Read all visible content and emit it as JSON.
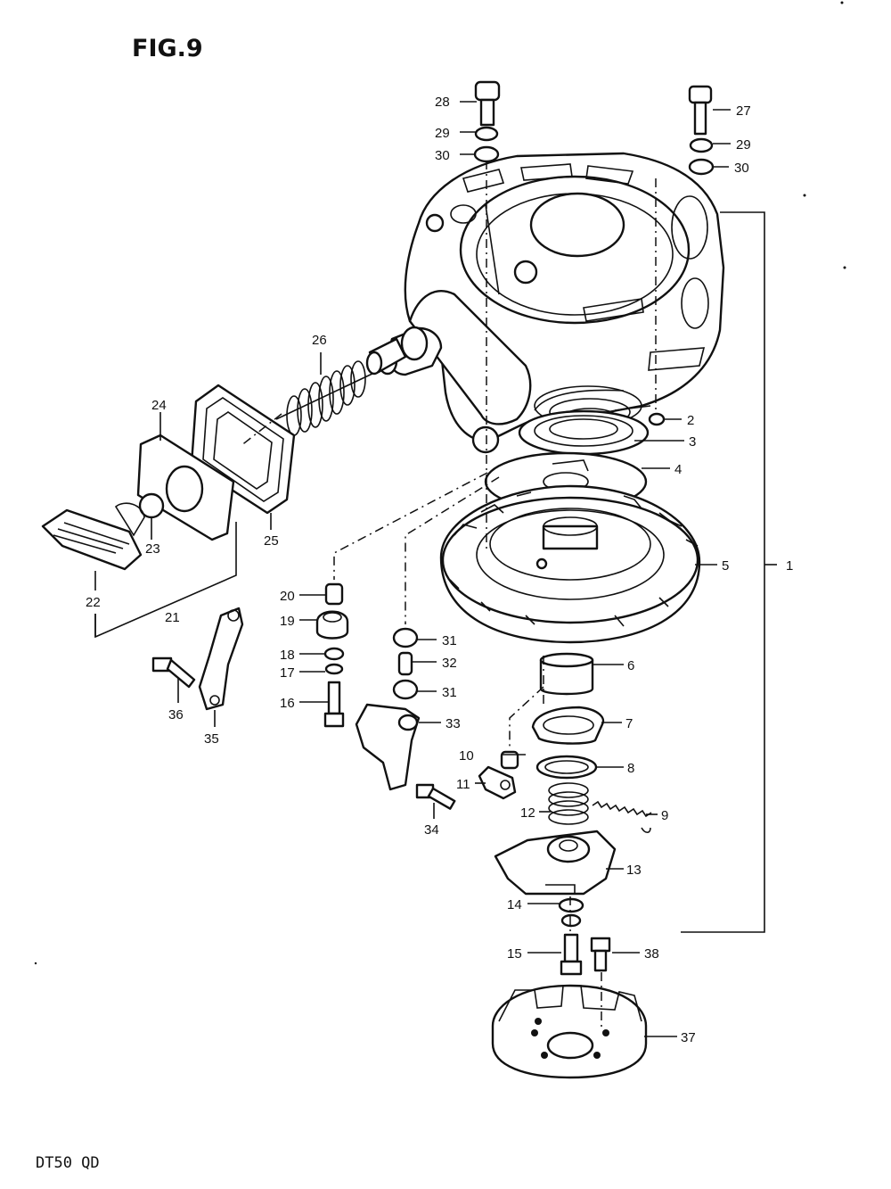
{
  "figure": {
    "title": "FIG.9",
    "model": "DT50 QD"
  },
  "callouts": [
    {
      "id": "c1",
      "text": "1"
    },
    {
      "id": "c2",
      "text": "2"
    },
    {
      "id": "c3",
      "text": "3"
    },
    {
      "id": "c4",
      "text": "4"
    },
    {
      "id": "c5",
      "text": "5"
    },
    {
      "id": "c6",
      "text": "6"
    },
    {
      "id": "c7",
      "text": "7"
    },
    {
      "id": "c8",
      "text": "8"
    },
    {
      "id": "c9",
      "text": "9"
    },
    {
      "id": "c10",
      "text": "10"
    },
    {
      "id": "c11",
      "text": "11"
    },
    {
      "id": "c12",
      "text": "12"
    },
    {
      "id": "c13",
      "text": "13"
    },
    {
      "id": "c14",
      "text": "14"
    },
    {
      "id": "c15",
      "text": "15"
    },
    {
      "id": "c16",
      "text": "16"
    },
    {
      "id": "c17",
      "text": "17"
    },
    {
      "id": "c18",
      "text": "18"
    },
    {
      "id": "c19",
      "text": "19"
    },
    {
      "id": "c20",
      "text": "20"
    },
    {
      "id": "c21",
      "text": "21"
    },
    {
      "id": "c22",
      "text": "22"
    },
    {
      "id": "c23",
      "text": "23"
    },
    {
      "id": "c24",
      "text": "24"
    },
    {
      "id": "c25",
      "text": "25"
    },
    {
      "id": "c26",
      "text": "26"
    },
    {
      "id": "c27",
      "text": "27"
    },
    {
      "id": "c28",
      "text": "28"
    },
    {
      "id": "c29a",
      "text": "29"
    },
    {
      "id": "c29b",
      "text": "29"
    },
    {
      "id": "c30a",
      "text": "30"
    },
    {
      "id": "c30b",
      "text": "30"
    },
    {
      "id": "c31a",
      "text": "31"
    },
    {
      "id": "c31b",
      "text": "31"
    },
    {
      "id": "c32",
      "text": "32"
    },
    {
      "id": "c33",
      "text": "33"
    },
    {
      "id": "c34",
      "text": "34"
    },
    {
      "id": "c35",
      "text": "35"
    },
    {
      "id": "c36",
      "text": "36"
    },
    {
      "id": "c37",
      "text": "37"
    },
    {
      "id": "c38",
      "text": "38"
    }
  ]
}
